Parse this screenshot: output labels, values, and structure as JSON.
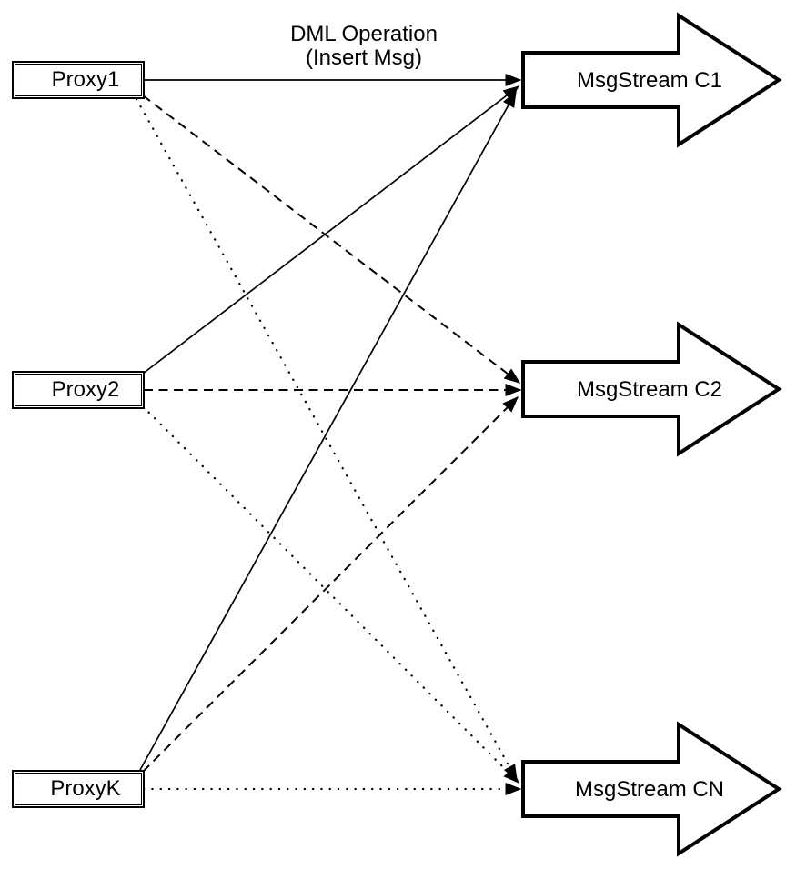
{
  "annotation": {
    "line1": "DML Operation",
    "line2": "(Insert Msg)"
  },
  "proxies": [
    {
      "label": "Proxy1"
    },
    {
      "label": "Proxy2"
    },
    {
      "label": "ProxyK"
    }
  ],
  "streams": [
    {
      "label": "MsgStream C1"
    },
    {
      "label": "MsgStream C2"
    },
    {
      "label": "MsgStream CN"
    }
  ],
  "edges": [
    {
      "from": "Proxy1",
      "to": "MsgStream C1",
      "style": "solid",
      "arrowhead": "filled"
    },
    {
      "from": "Proxy1",
      "to": "MsgStream C2",
      "style": "dashed",
      "arrowhead": "filled"
    },
    {
      "from": "Proxy1",
      "to": "MsgStream CN",
      "style": "dotted",
      "arrowhead": "filled"
    },
    {
      "from": "Proxy2",
      "to": "MsgStream C1",
      "style": "solid",
      "arrowhead": "filled"
    },
    {
      "from": "Proxy2",
      "to": "MsgStream C2",
      "style": "dashed",
      "arrowhead": "filled"
    },
    {
      "from": "Proxy2",
      "to": "MsgStream CN",
      "style": "dotted",
      "arrowhead": "filled"
    },
    {
      "from": "ProxyK",
      "to": "MsgStream C1",
      "style": "solid",
      "arrowhead": "filled"
    },
    {
      "from": "ProxyK",
      "to": "MsgStream C2",
      "style": "dashed",
      "arrowhead": "filled"
    },
    {
      "from": "ProxyK",
      "to": "MsgStream CN",
      "style": "dotted",
      "arrowhead": "filled"
    }
  ],
  "colors": {
    "stroke": "#000000",
    "fill": "#ffffff",
    "background": "#ffffff"
  }
}
